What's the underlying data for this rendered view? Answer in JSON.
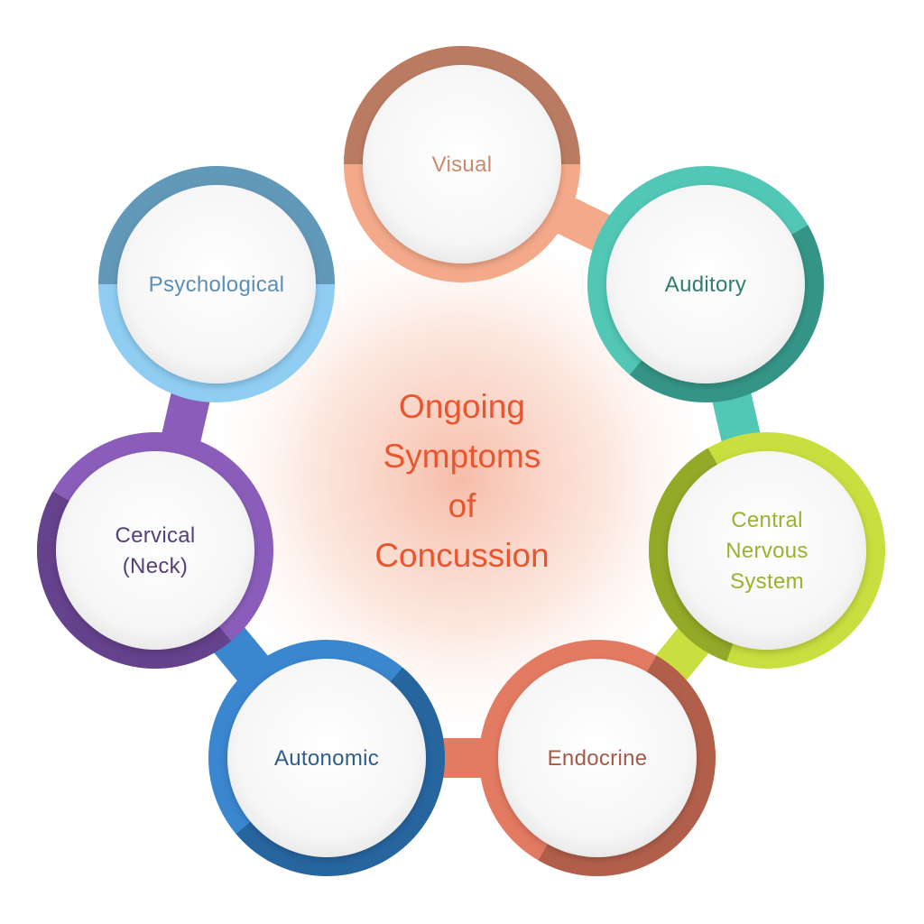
{
  "center": {
    "lines": [
      "Ongoing",
      "Symptoms",
      "of",
      "Concussion"
    ],
    "color": "#e8552e"
  },
  "nodes": [
    {
      "id": "visual",
      "lines": [
        "Visual"
      ],
      "ring_color": "#f4a98a",
      "dark_color": "#b0735a",
      "text_color": "#c98a6c"
    },
    {
      "id": "auditory",
      "lines": [
        "Auditory"
      ],
      "ring_color": "#52c7b5",
      "dark_color": "#2f8c7e",
      "text_color": "#2f7d6e"
    },
    {
      "id": "central-nervous-system",
      "lines": [
        "Central",
        "Nervous",
        "System"
      ],
      "ring_color": "#c9de3f",
      "dark_color": "#8aa024",
      "text_color": "#9ab22c"
    },
    {
      "id": "endocrine",
      "lines": [
        "Endocrine"
      ],
      "ring_color": "#e37a62",
      "dark_color": "#a85a48",
      "text_color": "#a35a48"
    },
    {
      "id": "autonomic",
      "lines": [
        "Autonomic"
      ],
      "ring_color": "#3a86cf",
      "dark_color": "#245f97",
      "text_color": "#2d5d8a"
    },
    {
      "id": "cervical-neck",
      "lines": [
        "Cervical",
        "(Neck)"
      ],
      "ring_color": "#8a5dba",
      "dark_color": "#5e3d84",
      "text_color": "#56407a"
    },
    {
      "id": "psychological",
      "lines": [
        "Psychological"
      ],
      "ring_color": "#8fcdf2",
      "dark_color": "#5a8fae",
      "text_color": "#5a8fb8"
    }
  ]
}
